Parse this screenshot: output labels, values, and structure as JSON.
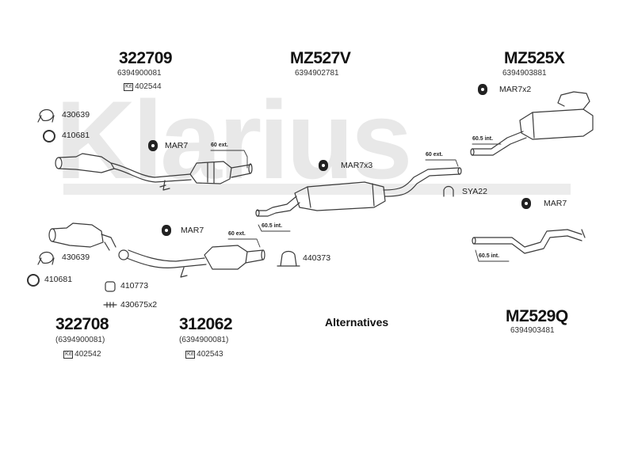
{
  "watermark": "Klarius",
  "headers": {
    "h322709": {
      "part": "322709",
      "oem": "6394900081",
      "kit": "402544"
    },
    "mz527v": {
      "part": "MZ527V",
      "oem": "6394902781"
    },
    "mz525x": {
      "part": "MZ525X",
      "oem": "6394903881"
    },
    "h322708": {
      "part": "322708",
      "oem": "(6394900081)",
      "kit": "402542"
    },
    "h312062": {
      "part": "312062",
      "oem": "(6394900081)",
      "kit": "402543"
    },
    "mz529q": {
      "part": "MZ529Q",
      "oem": "6394903481"
    }
  },
  "kit_icon_text": "Kit",
  "alternatives_label": "Alternatives",
  "fittings": {
    "f430639_top": "430639",
    "f410681_top": "410681",
    "mar7_a": "MAR7",
    "mar7x3": "MAR7x3",
    "mar7x2": "MAR7x2",
    "sya22": "SYA22",
    "mar7_b": "MAR7",
    "mar7_c": "MAR7",
    "f440373": "440373",
    "f430639_bot": "430639",
    "f410681_bot": "410681",
    "f410773": "410773",
    "f430675x2": "430675x2"
  },
  "dimensions": {
    "d60ext_a": "60 ext.",
    "d60ext_b": "60 ext.",
    "d60ext_c": "60 ext.",
    "d605int_a": "60.5 int.",
    "d605int_b": "60.5 int.",
    "d605int_c": "60.5 int."
  },
  "colors": {
    "line": "#3a3a3a",
    "watermark": "#e6e6e6",
    "text": "#111111"
  }
}
